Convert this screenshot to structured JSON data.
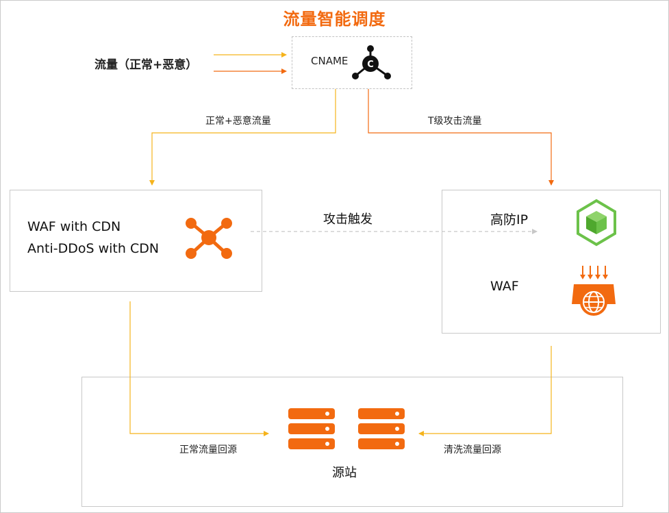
{
  "title": "流量智能调度",
  "inbound_label": "流量（正常+恶意）",
  "cname": {
    "label": "CNAME"
  },
  "edges": {
    "left_down": "正常+恶意流量",
    "right_down": "T级攻击流量",
    "trigger": "攻击触发",
    "left_back": "正常流量回源",
    "right_back": "清洗流量回源"
  },
  "cdn_box": {
    "line1": "WAF with CDN",
    "line2": "Anti-DDoS with CDN"
  },
  "protect_box": {
    "item1": "高防IP",
    "item2": "WAF"
  },
  "origin": {
    "label": "源站"
  },
  "colors": {
    "orange": "#f26a10",
    "yellow": "#f5b31b",
    "gray_line": "#c8c8c8",
    "green": "#6cc24a"
  }
}
